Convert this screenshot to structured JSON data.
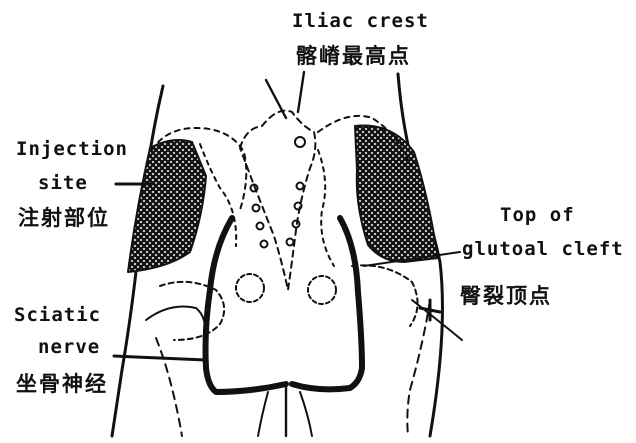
{
  "labels": {
    "iliac_crest_en": "Iliac crest",
    "iliac_crest_zh": "髂嵴最高点",
    "injection_site_en_1": "Injection",
    "injection_site_en_2": "site",
    "injection_site_zh": "注射部位",
    "gluteal_cleft_en_1": "Top of",
    "gluteal_cleft_en_2": "glutoal cleft",
    "gluteal_cleft_zh": "臀裂顶点",
    "sciatic_nerve_en_1": "Sciatic",
    "sciatic_nerve_en_2": "nerve",
    "sciatic_nerve_zh": "坐骨神经"
  },
  "colors": {
    "ink": "#111111",
    "paper": "#ffffff"
  }
}
